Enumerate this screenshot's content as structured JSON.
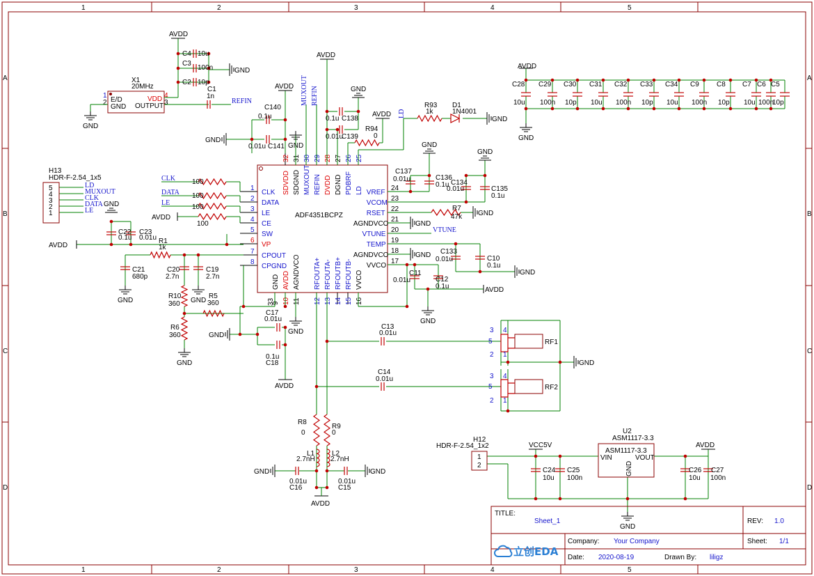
{
  "border": {
    "cols": [
      "1",
      "2",
      "3",
      "4",
      "5"
    ],
    "rows": [
      "A",
      "B",
      "C",
      "D"
    ]
  },
  "chip": {
    "name": "ADF4351BCPZ",
    "left": [
      [
        "1",
        "CLK"
      ],
      [
        "2",
        "DATA"
      ],
      [
        "3",
        "LE"
      ],
      [
        "4",
        "CE"
      ],
      [
        "5",
        "SW"
      ],
      [
        "6",
        "VP"
      ],
      [
        "7",
        "CPOUT"
      ],
      [
        "8",
        "CPGND"
      ]
    ],
    "right": [
      [
        "24",
        "VREF"
      ],
      [
        "23",
        "VCOM"
      ],
      [
        "22",
        "RSET"
      ],
      [
        "21",
        "AGNDVCO"
      ],
      [
        "20",
        "VTUNE"
      ],
      [
        "19",
        "TEMP"
      ],
      [
        "18",
        "AGNDVCO"
      ],
      [
        "17",
        "VVCO"
      ]
    ],
    "top": [
      [
        "32",
        "SDVDD"
      ],
      [
        "31",
        "SDGND"
      ],
      [
        "30",
        "MUXOUT"
      ],
      [
        "29",
        "REFIN"
      ],
      [
        "28",
        "DVDD"
      ],
      [
        "27",
        "DGND"
      ],
      [
        "26",
        "PDBRF"
      ],
      [
        "25",
        "LD"
      ]
    ],
    "bottom": [
      [
        "9",
        "GND"
      ],
      [
        "10",
        "AVDD"
      ],
      [
        "11",
        "AGNDVCO"
      ],
      [
        "12",
        "RFOUTA+"
      ],
      [
        "13",
        "RFOUTA-"
      ],
      [
        "14",
        "RFOUTB+"
      ],
      [
        "15",
        "RFOUTB-"
      ],
      [
        "16",
        "VVCO"
      ]
    ],
    "pad": "33"
  },
  "labels": {
    "avdd": "AVDD",
    "gnd": "GND",
    "vcc": "VCC5V",
    "refin": "REFIN",
    "muxout": "MUXOUT",
    "ld": "LD",
    "vtune": "VTUNE",
    "clk": "CLK",
    "data": "DATA",
    "le": "LE"
  },
  "x1": {
    "ref": "X1",
    "freq": "20MHz",
    "p1": "E/D",
    "p2": "GND",
    "p3": "OUTPUT",
    "p4": "VDD",
    "n1": "1",
    "n2": "2",
    "n3": "3",
    "n4": "4"
  },
  "h13": {
    "ref": "H13",
    "type": "HDR-F-2.54_1x5",
    "pins": [
      "5",
      "4",
      "3",
      "2",
      "1"
    ],
    "nets": [
      "LD",
      "MUXOUT",
      "CLK",
      "DATA",
      "LE"
    ]
  },
  "h12": {
    "ref": "H12",
    "type": "HDR-F-2.54_1x2",
    "pins": [
      "1",
      "2"
    ]
  },
  "u2": {
    "ref": "U2",
    "name": "ASM1117-3.3",
    "inner": "ASM1117-3.3",
    "vin": "VIN",
    "vout": "VOUT",
    "gnd": "GND"
  },
  "parts": {
    "c4": [
      "C4",
      "10u"
    ],
    "c3": [
      "C3",
      "100n"
    ],
    "c2": [
      "C2",
      "10p"
    ],
    "c1": [
      "C1",
      "1n"
    ],
    "c140": [
      "C140",
      "0.1u"
    ],
    "c141": [
      "C141",
      "0.01u"
    ],
    "c138": [
      "C138",
      "0.1u"
    ],
    "c139": [
      "C139",
      "0.01u"
    ],
    "r94": [
      "R94",
      "0"
    ],
    "r93": [
      "R93",
      "1k"
    ],
    "d1": [
      "D1",
      "1N4001"
    ],
    "c137": [
      "C137",
      "0.01u"
    ],
    "c136": [
      "C136",
      "0.1u"
    ],
    "c134": [
      "C134",
      "0.01u"
    ],
    "c135": [
      "C135",
      "0.1u"
    ],
    "r7": [
      "R7",
      "47k"
    ],
    "c133": [
      "C133",
      "0.01u"
    ],
    "c10": [
      "C10",
      "0.1u"
    ],
    "c11": [
      "C11",
      "0.01u"
    ],
    "c12": [
      "C12",
      "0.1u"
    ],
    "c22": [
      "C22",
      "0.1u"
    ],
    "c23": [
      "C23",
      "0.01u"
    ],
    "r1": [
      "R1",
      "1k"
    ],
    "c21": [
      "C21",
      "680p"
    ],
    "c20": [
      "C20",
      "2.7n"
    ],
    "c19": [
      "C19",
      "2.7n"
    ],
    "r10": [
      "R10",
      "360"
    ],
    "r5": [
      "R5",
      "360"
    ],
    "r6": [
      "R6",
      "360"
    ],
    "c17": [
      "C17",
      "0.01u"
    ],
    "c18": [
      "C18",
      "0.1u"
    ],
    "c13": [
      "C13",
      "0.01u"
    ],
    "c14": [
      "C14",
      "0.01u"
    ],
    "rf1": [
      "RF1"
    ],
    "rf2": [
      "RF2"
    ],
    "r8": [
      "R8",
      "0"
    ],
    "r9": [
      "R9",
      "0"
    ],
    "l1": [
      "L1",
      "2.7nH"
    ],
    "l2": [
      "L2",
      "2.7nH"
    ],
    "c16": [
      "C16",
      "0.01u"
    ],
    "c15": [
      "C15",
      "0.01u"
    ],
    "c24": [
      "C24",
      "10u"
    ],
    "c25": [
      "C25",
      "100n"
    ],
    "c26": [
      "C26",
      "10u"
    ],
    "c27": [
      "C27",
      "100n"
    ],
    "rs": [
      "100",
      "100",
      "100",
      "100"
    ]
  },
  "caps_row": {
    "refs": [
      "C28",
      "C29",
      "C30",
      "C31",
      "C32",
      "C33",
      "C34",
      "C9",
      "C8",
      "C7",
      "C6",
      "C5"
    ],
    "vals": [
      "10u",
      "100n",
      "10p",
      "10u",
      "100n",
      "10p",
      "10u",
      "100n",
      "10p",
      "10u",
      "100n",
      "10p"
    ]
  },
  "title_block": {
    "title_label": "TITLE:",
    "title": "Sheet_1",
    "rev_label": "REV:",
    "rev": "1.0",
    "company_label": "Company:",
    "company": "Your Company",
    "sheet_label": "Sheet:",
    "sheet": "1/1",
    "date_label": "Date:",
    "date": "2020-08-19",
    "drawn_label": "Drawn By:",
    "drawn": "liligz",
    "logo": "立创EDA"
  }
}
